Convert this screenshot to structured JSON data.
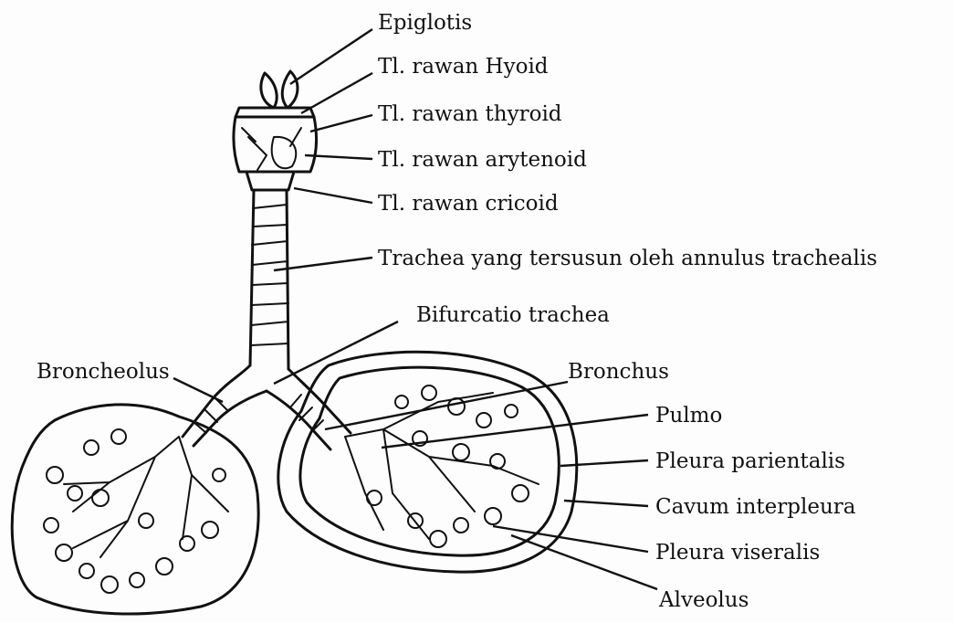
{
  "labels": {
    "epiglotis": "Epiglotis",
    "hyoid": "Tl. rawan Hyoid",
    "thyroid": "Tl. rawan thyroid",
    "arytenoid": "Tl. rawan arytenoid",
    "cricoid": "Tl. rawan cricoid",
    "trachea": "Trachea yang tersusun oleh annulus trachealis",
    "bifurcatio": "Bifurcatio trachea",
    "broncheolus": "Broncheolus",
    "bronchus": "Bronchus",
    "pulmo": "Pulmo",
    "pleura_parientalis": "Pleura parientalis",
    "cavum": "Cavum interpleura",
    "pleura_viseralis": "Pleura viseralis",
    "alveolus": "Alveolus"
  }
}
